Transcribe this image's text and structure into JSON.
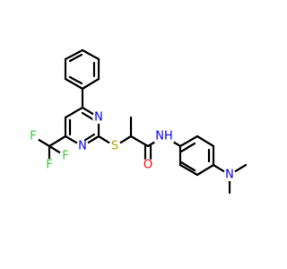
{
  "molecule": {
    "atoms": [
      {
        "label": "N",
        "color": "#0000ff"
      },
      {
        "label": "N",
        "color": "#0000ff"
      },
      {
        "label": "S",
        "color": "#b5a200"
      },
      {
        "label": "O",
        "color": "#ff0000"
      },
      {
        "label": "NH",
        "color": "#0000ff"
      },
      {
        "label": "N",
        "color": "#0000ff"
      },
      {
        "label": "F",
        "color": "#33cc33"
      },
      {
        "label": "F",
        "color": "#33cc33"
      },
      {
        "label": "F",
        "color": "#33cc33"
      }
    ]
  }
}
